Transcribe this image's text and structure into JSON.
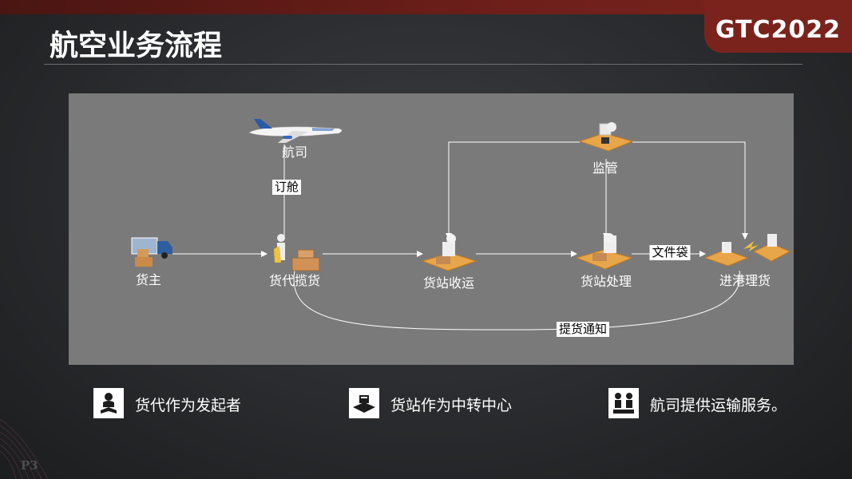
{
  "header": {
    "title": "航空业务流程",
    "brand": "GTC2022"
  },
  "diagram": {
    "nodes": {
      "airline": "航司",
      "supervision": "监管",
      "shipper": "货主",
      "forwarder": "货代揽货",
      "station_receive": "货站收运",
      "station_process": "货站处理",
      "import_handling": "进港理货"
    },
    "edges": {
      "booking": "订舱",
      "document_bag": "文件袋",
      "pickup_notice": "提货通知"
    }
  },
  "features": [
    {
      "icon": "reading-person-icon",
      "text": "货代作为发起者"
    },
    {
      "icon": "cargo-station-icon",
      "text": "货站作为中转中心"
    },
    {
      "icon": "team-icon",
      "text": "航司提供运输服务。"
    }
  ],
  "footer": {
    "page": "P3"
  },
  "colors": {
    "accent": "#7a231d",
    "panel": "#7a7a7a",
    "line": "#ffffff"
  }
}
